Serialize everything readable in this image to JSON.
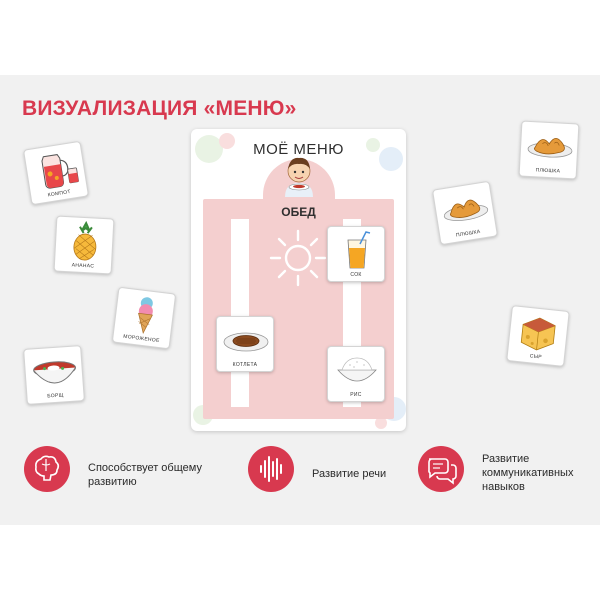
{
  "headline": "ВИЗУАЛИЗАЦИЯ «МЕНЮ»",
  "board": {
    "title": "МОЁ МЕНЮ",
    "section": "ОБЕД"
  },
  "board_cards": {
    "juice": "СОК",
    "cutlet": "КОТЛЕТА",
    "rice": "РИС"
  },
  "side_cards": {
    "compote": "КОМПОТ",
    "pineapple": "АНАНАС",
    "icecream": "МОРОЖЕНОЕ",
    "borscht": "БОРЩ",
    "bun_top": "ПЛЮШКА",
    "bun_mid": "ПЛЮШКА",
    "cheese": "СЫР"
  },
  "features": [
    {
      "text": "Способствует общему развитию",
      "icon": "brain-icon"
    },
    {
      "text": "Развитие речи",
      "icon": "voice-wave-icon"
    },
    {
      "text": "Развитие коммуникативных навыков",
      "icon": "chat-bubbles-icon"
    }
  ],
  "colors": {
    "accent": "#d8394f",
    "panel": "#f4cfcf",
    "stage": "#f1f1f1"
  }
}
